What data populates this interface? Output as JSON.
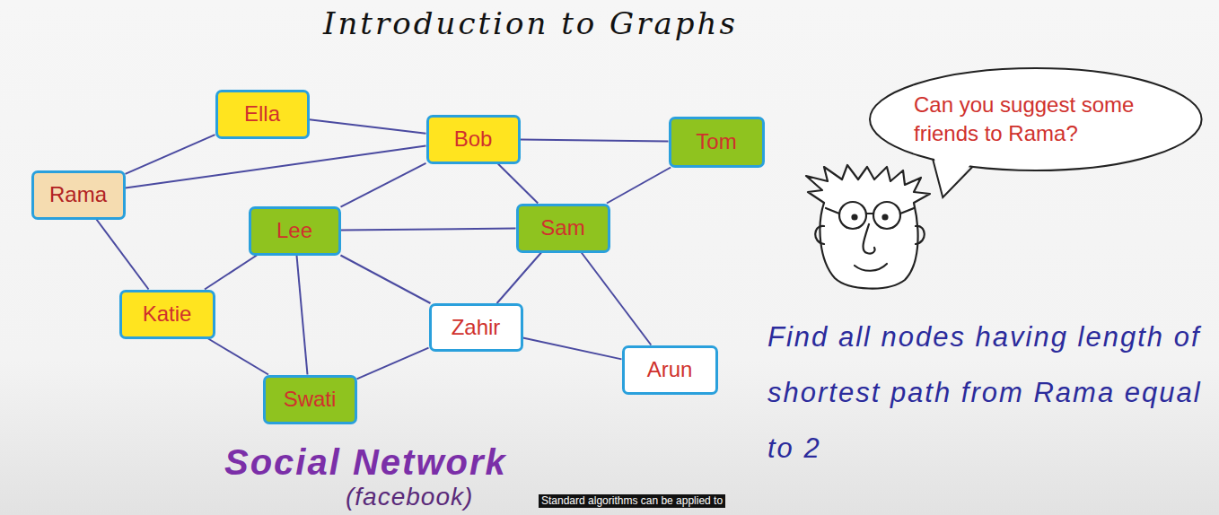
{
  "diagram": {
    "title": "Introduction to Graphs",
    "nodes": [
      {
        "text": [
          "Ella"
        ]
      },
      {
        "text": [
          "Bob"
        ]
      },
      {
        "text": [
          "Tom"
        ]
      },
      {
        "text": [
          "Rama"
        ]
      },
      {
        "text": [
          "Lee"
        ]
      },
      {
        "text": [
          "Sam"
        ]
      },
      {
        "text": [
          "Katie"
        ]
      },
      {
        "text": [
          "Zahir"
        ]
      },
      {
        "text": [
          "Arun"
        ]
      },
      {
        "text": [
          "Swati"
        ]
      },
      {
        "text": [
          "Can you suggest some friends to Rama?"
        ]
      }
    ],
    "edges": [
      {
        "from": 3,
        "to": 0,
        "arrow": "none"
      },
      {
        "from": 0,
        "to": 1,
        "arrow": "none"
      },
      {
        "from": 3,
        "to": 1,
        "arrow": "none"
      },
      {
        "from": 1,
        "to": 2,
        "arrow": "none"
      },
      {
        "from": 1,
        "to": 4,
        "arrow": "none"
      },
      {
        "from": 1,
        "to": 5,
        "arrow": "none"
      },
      {
        "from": 3,
        "to": 6,
        "arrow": "none"
      },
      {
        "from": 6,
        "to": 4,
        "arrow": "none"
      },
      {
        "from": 6,
        "to": 9,
        "arrow": "none"
      },
      {
        "from": 4,
        "to": 5,
        "arrow": "none"
      },
      {
        "from": 4,
        "to": 9,
        "arrow": "none"
      },
      {
        "from": 4,
        "to": 7,
        "arrow": "none"
      },
      {
        "from": 5,
        "to": 2,
        "arrow": "none"
      },
      {
        "from": 5,
        "to": 7,
        "arrow": "none"
      },
      {
        "from": 5,
        "to": 8,
        "arrow": "none"
      },
      {
        "from": 7,
        "to": 9,
        "arrow": "none"
      },
      {
        "from": 7,
        "to": 8,
        "arrow": "none"
      }
    ],
    "labels": [
      "Find all nodes having length of shortest path from Rama equal to 2",
      "Social Network",
      "(facebook)",
      "Standard algorithms can be applied to"
    ]
  }
}
